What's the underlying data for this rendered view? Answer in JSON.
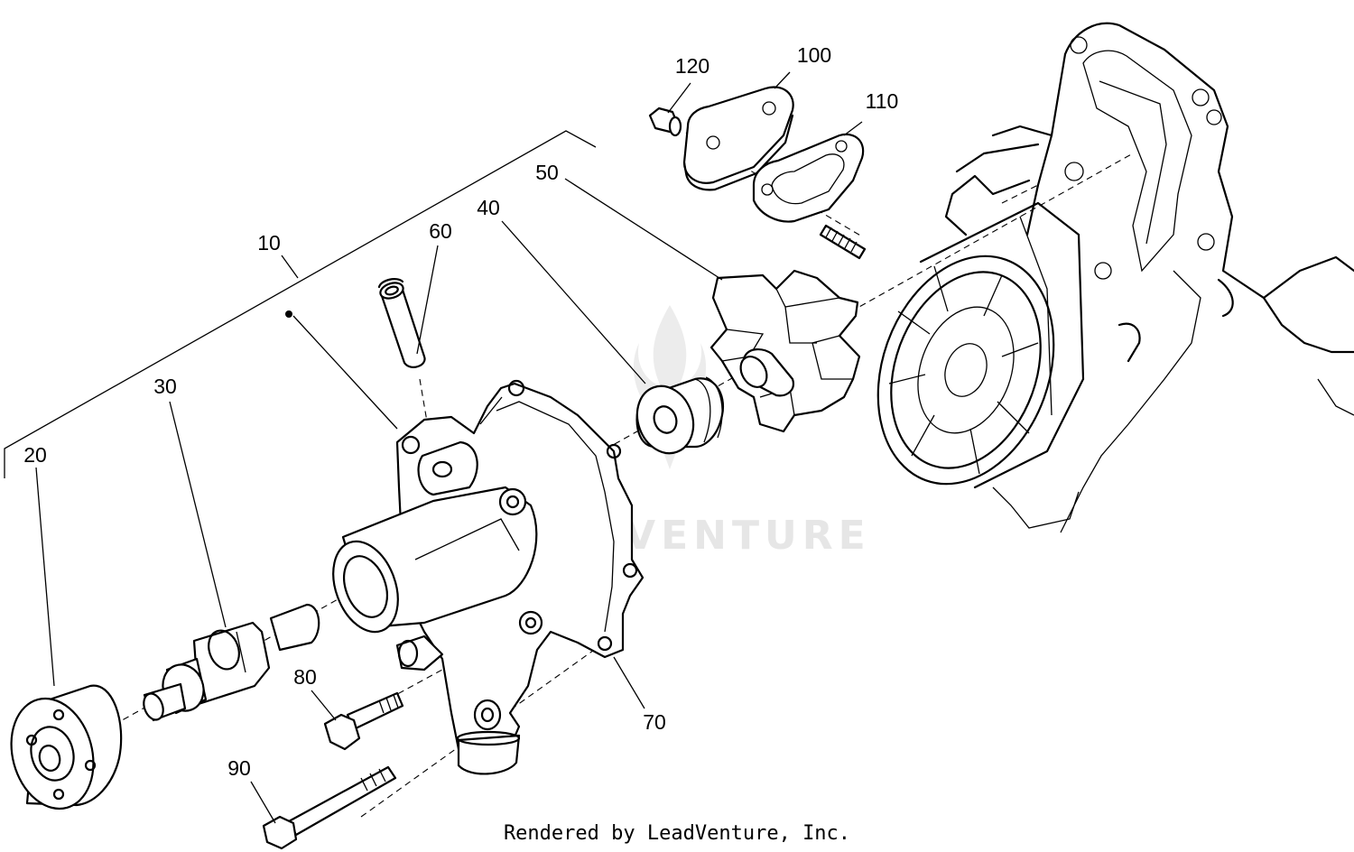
{
  "diagram": {
    "callouts": [
      {
        "id": "c10",
        "text": "10"
      },
      {
        "id": "c20",
        "text": "20"
      },
      {
        "id": "c30",
        "text": "30"
      },
      {
        "id": "c40",
        "text": "40"
      },
      {
        "id": "c50",
        "text": "50"
      },
      {
        "id": "c60",
        "text": "60"
      },
      {
        "id": "c70",
        "text": "70"
      },
      {
        "id": "c80",
        "text": "80"
      },
      {
        "id": "c90",
        "text": "90"
      },
      {
        "id": "c100",
        "text": "100"
      },
      {
        "id": "c110",
        "text": "110"
      },
      {
        "id": "c120",
        "text": "120"
      }
    ],
    "watermark": "LEADVENTURE",
    "credit": "Rendered by LeadVenture, Inc."
  }
}
